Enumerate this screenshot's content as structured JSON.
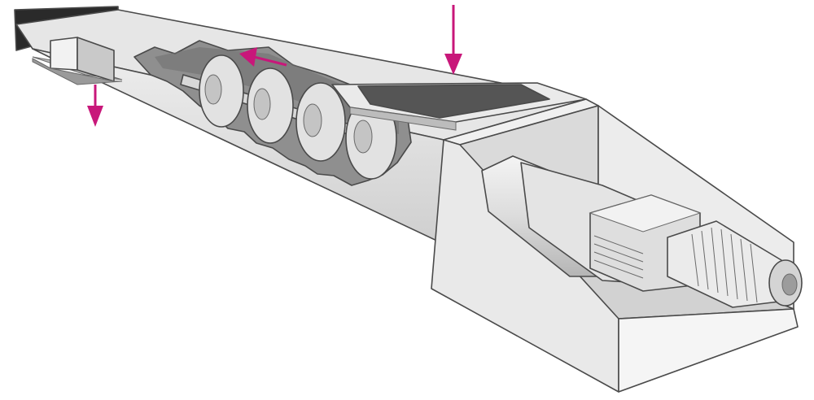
{
  "diagram": {
    "colors": {
      "background": "#ffffff",
      "outline": "#4a4a4a",
      "trough_light": "#e8e8e8",
      "trough_mid": "#d6d6d6",
      "trough_dark": "#bdbdbd",
      "cutout": "#8a8a8a",
      "hopper_inner": "#555555",
      "flow_arrow": "#c8177a"
    },
    "parts": [
      {
        "id": "trough-housing",
        "icon": "trough-shape"
      },
      {
        "id": "discharge-outlet",
        "icon": "outlet-shape"
      },
      {
        "id": "inlet-hopper",
        "icon": "hopper-shape"
      },
      {
        "id": "screw-flights",
        "icon": "helix-shape",
        "count": 4
      },
      {
        "id": "drive-housing",
        "icon": "box-shape"
      },
      {
        "id": "gear-motor",
        "icon": "motor-shape"
      }
    ],
    "flow_arrows": [
      {
        "id": "inlet-flow",
        "direction": "down",
        "icon": "arrow-down-icon"
      },
      {
        "id": "conveying-flow",
        "direction": "left",
        "icon": "arrow-left-icon"
      },
      {
        "id": "discharge-flow",
        "direction": "down",
        "icon": "arrow-down-icon"
      }
    ]
  }
}
